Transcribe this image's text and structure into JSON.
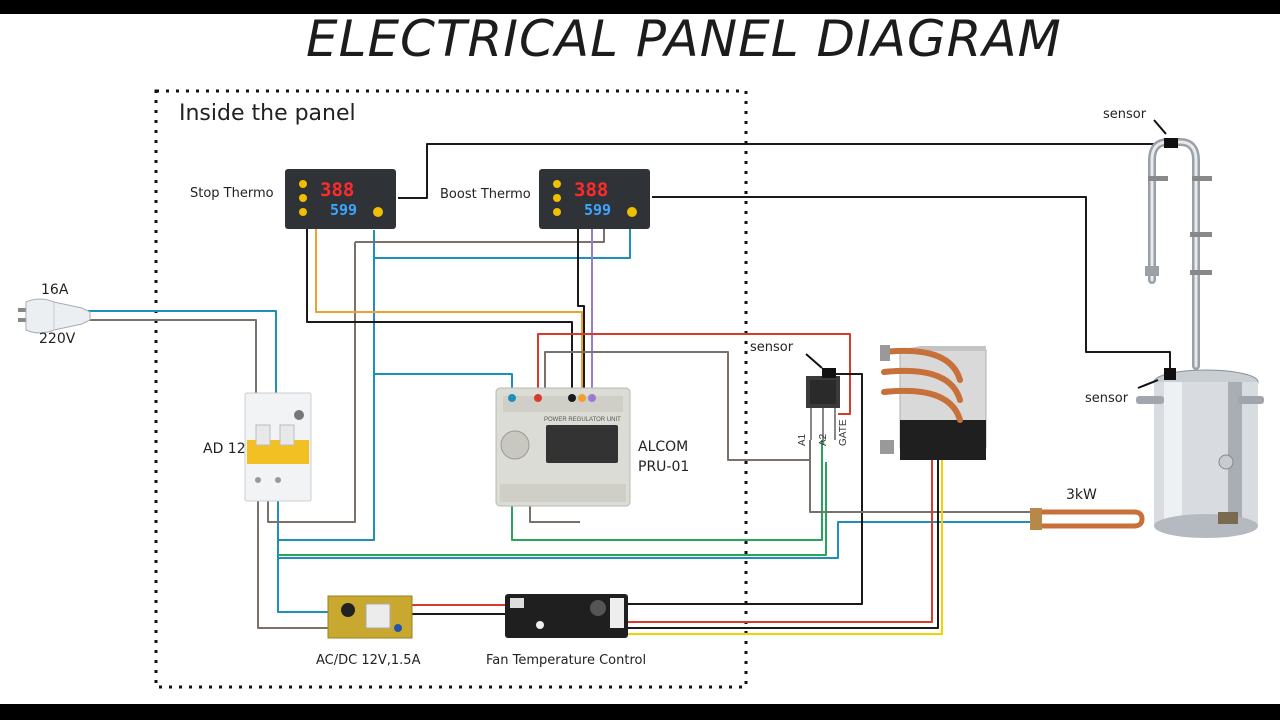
{
  "title": "ELECTRICAL PANEL DIAGRAM",
  "panel": {
    "label": "Inside the panel"
  },
  "power": {
    "current": "16A",
    "voltage": "220V"
  },
  "components": {
    "stop_thermo": "Stop Thermo",
    "boost_thermo": "Boost Thermo",
    "breaker": "AD 12",
    "regulator_line1": "ALCOM",
    "regulator_line2": "PRU-01",
    "psu": "AC/DC 12V,1.5A",
    "fan_control": "Fan Temperature Control",
    "heater": "3kW"
  },
  "thermostat_display": {
    "top": "388",
    "bottom": "599"
  },
  "regulator_badge": "POWER REGULATOR UNIT",
  "triac_pins": {
    "a1": "A1",
    "a2": "A2",
    "gate": "GATE"
  },
  "sensors": {
    "column_top": "sensor",
    "triac": "sensor",
    "tank": "sensor"
  },
  "colors": {
    "black": "#1a1a1a",
    "grey": "#7a726a",
    "blue": "#1e8fb8",
    "orange": "#f0a030",
    "purple": "#9b7bd0",
    "red": "#d83a2e",
    "green": "#2aa45a",
    "yellow": "#f2d200"
  }
}
